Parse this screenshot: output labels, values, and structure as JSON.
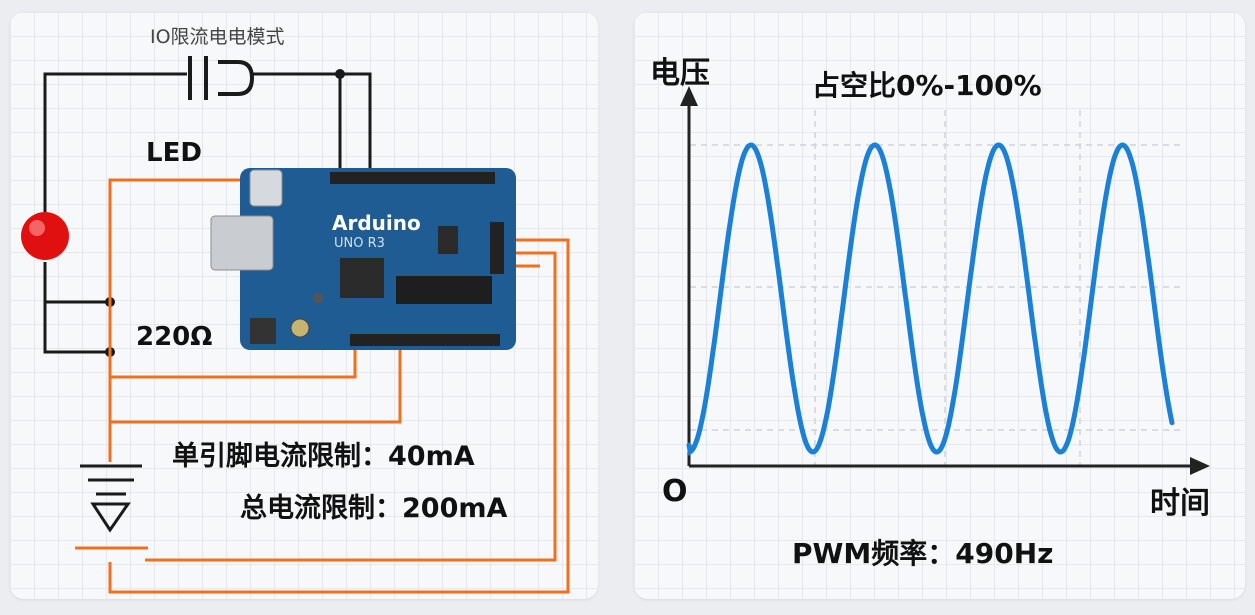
{
  "circuit": {
    "title": "IO限流电电模式",
    "led_label": "LED",
    "resistor_label": "220Ω",
    "board_label": "Arduino",
    "board_sublabel": "UNO R3",
    "pin_limit": "单引脚电流限制：40mA",
    "total_limit": "总电流限制：200mA",
    "colors": {
      "wire_black": "#1a1a1a",
      "wire_orange": "#f07020",
      "led": "#e01010",
      "board": "#1f5c93"
    }
  },
  "chart": {
    "ylabel": "电压",
    "xlabel": "时间",
    "origin": "O",
    "duty_label": "占空比0%-100%",
    "freq_label": "PWM频率：490Hz",
    "colors": {
      "wave": "#1a80d8",
      "axis": "#222222"
    }
  },
  "chart_data": {
    "type": "line",
    "title": "占空比0%-100%",
    "xlabel": "时间",
    "ylabel": "电压",
    "series": [
      {
        "values": "sine-like oscillation, about 4 cycles, starting at zero"
      }
    ]
  }
}
